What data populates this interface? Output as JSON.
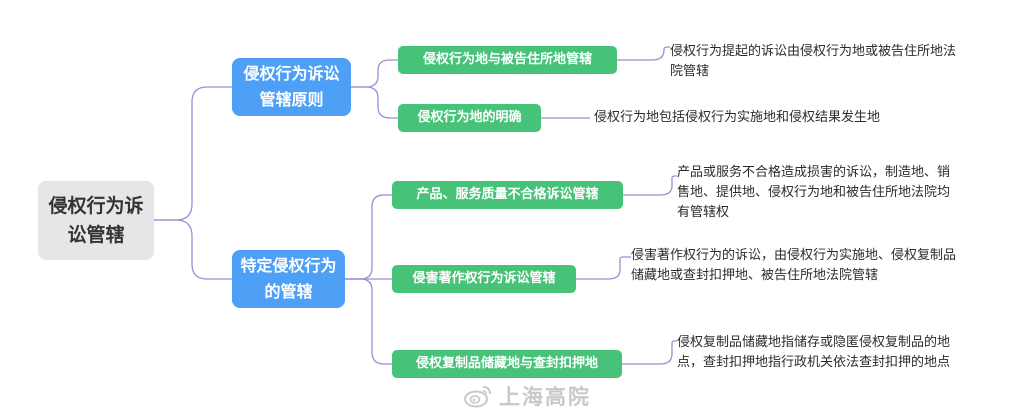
{
  "root": {
    "label": "侵权行为诉讼管辖"
  },
  "branches": [
    {
      "label": "侵权行为诉讼管辖原则",
      "children": [
        {
          "label": "侵权行为地与被告住所地管辖",
          "detail": "侵权行为提起的诉讼由侵权行为地或被告住所地法院管辖"
        },
        {
          "label": "侵权行为地的明确",
          "detail": "侵权行为地包括侵权行为实施地和侵权结果发生地"
        }
      ]
    },
    {
      "label": "特定侵权行为的管辖",
      "children": [
        {
          "label": "产品、服务质量不合格诉讼管辖",
          "detail": "产品或服务不合格造成损害的诉讼，制造地、销售地、提供地、侵权行为地和被告住所地法院均有管辖权"
        },
        {
          "label": "侵害著作权行为诉讼管辖",
          "detail": "侵害著作权行为的诉讼，由侵权行为实施地、侵权复制品储藏地或查封扣押地、被告住所地法院管辖"
        },
        {
          "label": "侵权复制品储藏地与查封扣押地",
          "detail": "侵权复制品储藏地指储存或隐匿侵权复制品的地点，查封扣押地指行政机关依法查封扣押的地点"
        }
      ]
    }
  ],
  "watermark": {
    "text": "上海高院",
    "icon": "weibo-icon"
  },
  "colors": {
    "root_bg": "#e6e6e8",
    "level1_bg": "#4da0f5",
    "level2_bg": "#47c379",
    "connector": "#9b8fd6",
    "text": "#2b2b2b"
  }
}
